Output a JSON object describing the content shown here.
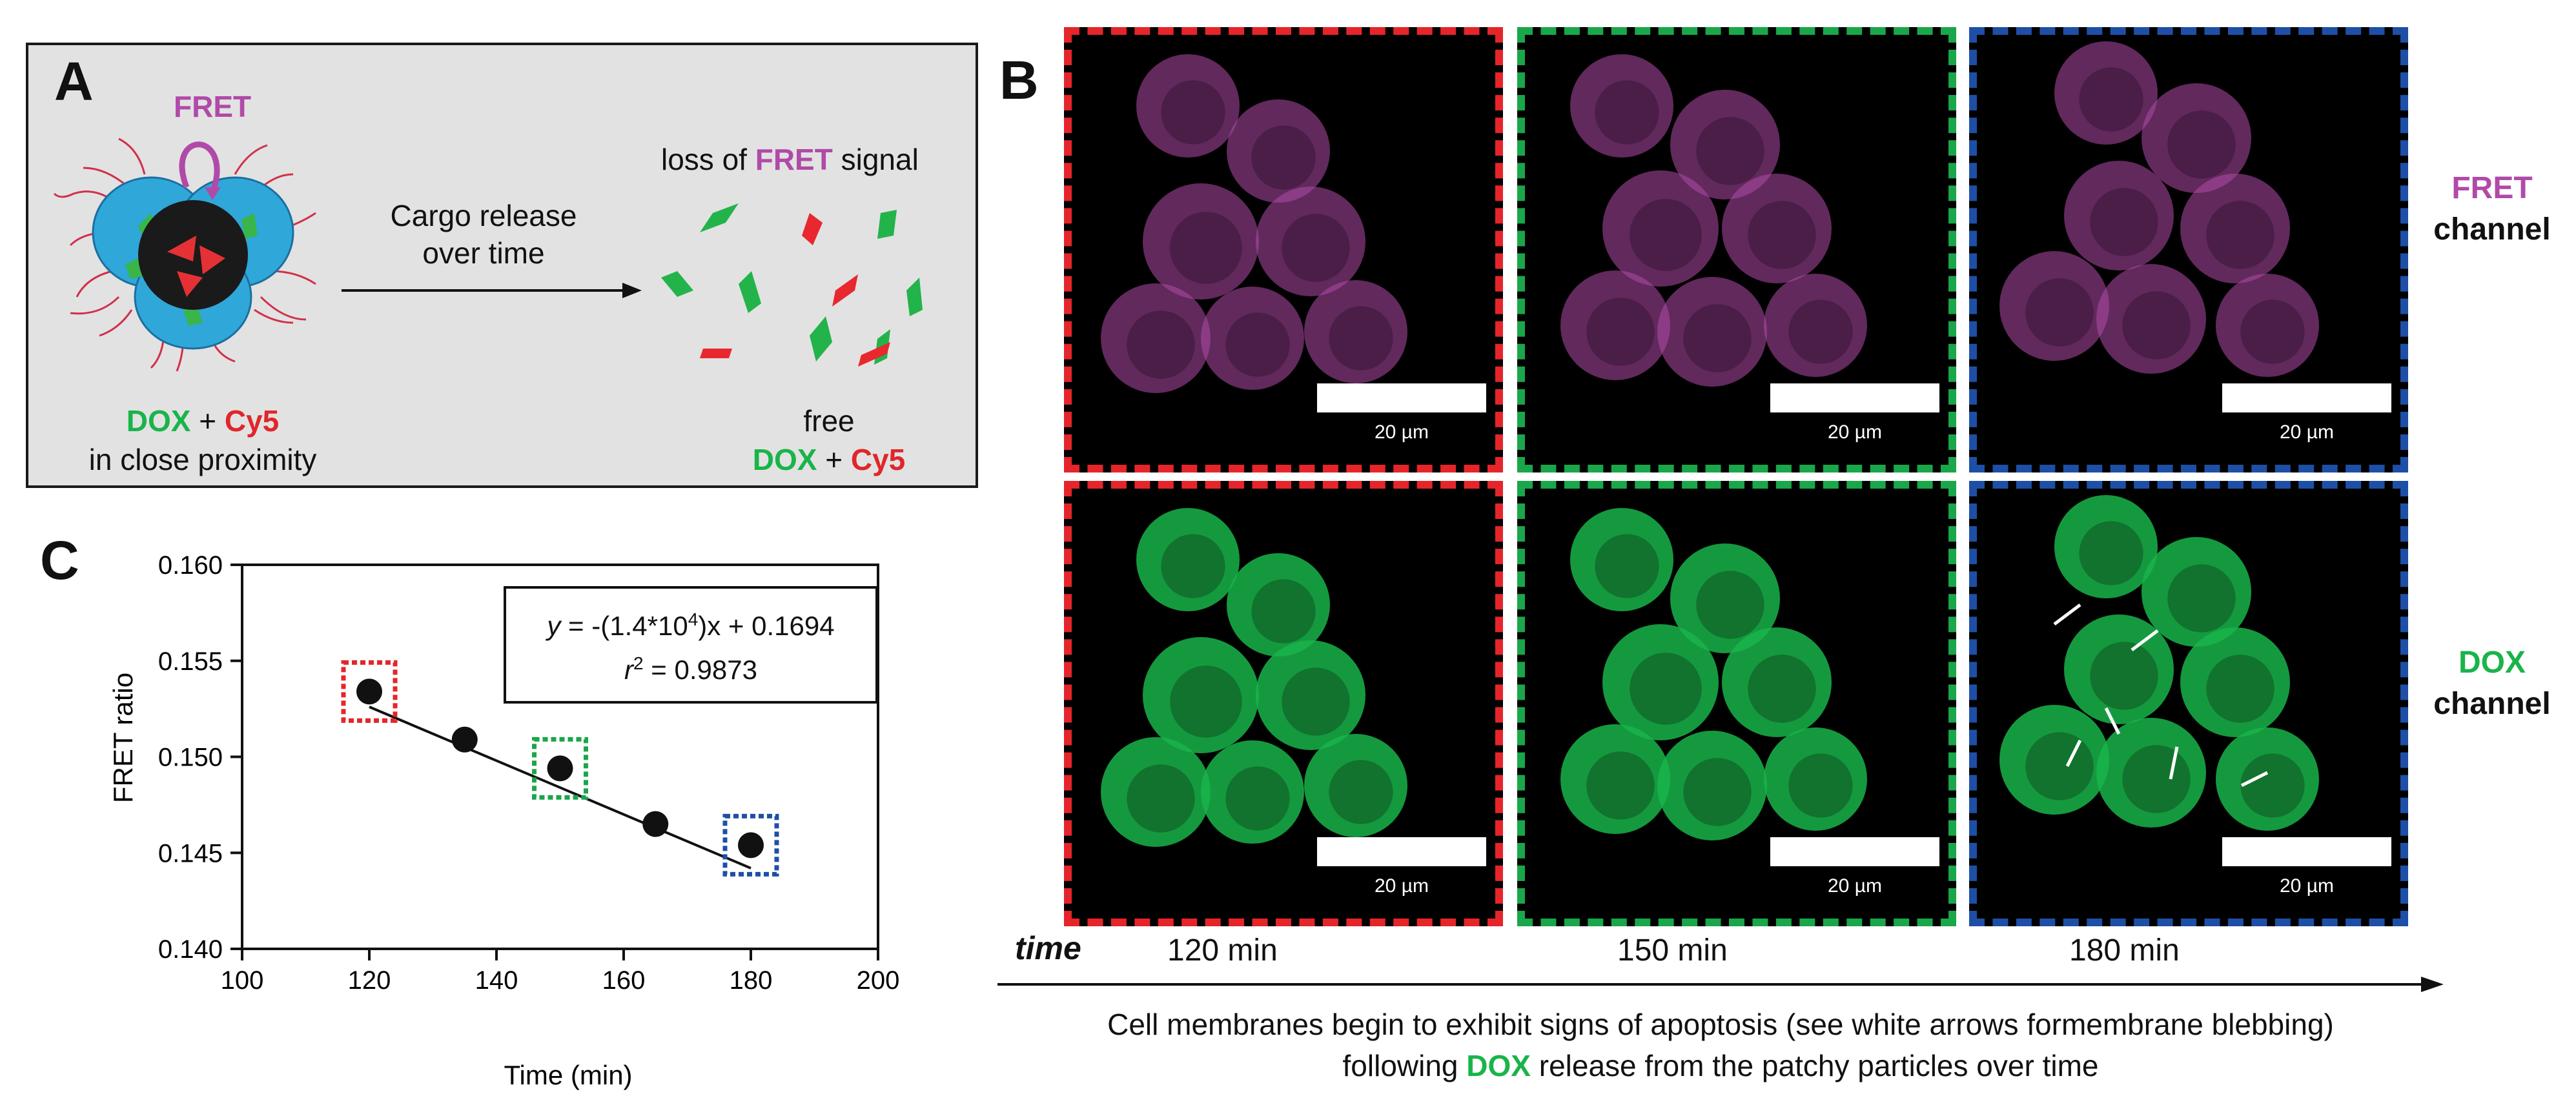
{
  "panel_a": {
    "letter": "A",
    "fret": "FRET",
    "arrow_label_line1": "Cargo release",
    "arrow_label_line2": "over time",
    "loss_prefix": "loss of ",
    "loss_fret": "FRET",
    "loss_suffix": " signal",
    "left_dox": "DOX",
    "plus": " + ",
    "left_cy5": "Cy5",
    "left_caption": "in close proximity",
    "free": "free",
    "right_dox": "DOX",
    "right_cy5": "Cy5"
  },
  "panel_b": {
    "letter": "B",
    "scale_bar": "20 µm",
    "fret_channel_1": "FRET",
    "fret_channel_2": "channel",
    "dox_channel_1": "DOX",
    "dox_channel_2": "channel",
    "time_label": "time",
    "times": [
      "120 min",
      "150 min",
      "180 min"
    ],
    "caption_line1": "Cell membranes begin to exhibit signs of apoptosis (see white arrows formembrane blebbing)",
    "caption_line2_prefix": "following ",
    "caption_line2_dox": "DOX",
    "caption_line2_suffix": " release from the patchy particles over time",
    "colors": {
      "fret": "#b04aa8",
      "dox": "#19b44a",
      "frame_120": "#e5252a",
      "frame_150": "#1aa64a",
      "frame_180": "#1e4fa6"
    }
  },
  "panel_c": {
    "letter": "C",
    "eq_lhs": "y",
    "eq_mid": " = -(1.4*10",
    "eq_exp": "4",
    "eq_x": ")x",
    "eq_rhs": " + 0.1694",
    "r2_r": "r",
    "r2_exp": "2",
    "r2_val": " = 0.9873"
  },
  "chart_data": {
    "type": "scatter",
    "xlabel": "Time (min)",
    "ylabel": "FRET ratio",
    "xlim": [
      100,
      200
    ],
    "ylim": [
      0.14,
      0.16
    ],
    "xticks": [
      100,
      120,
      140,
      160,
      180,
      200
    ],
    "yticks": [
      0.14,
      0.145,
      0.15,
      0.155,
      0.16
    ],
    "x": [
      120,
      135,
      150,
      165,
      180
    ],
    "y": [
      0.1534,
      0.1509,
      0.1494,
      0.1465,
      0.1454
    ],
    "fit": {
      "slope": -0.00014,
      "intercept": 0.1694
    },
    "highlights": [
      {
        "x": 120,
        "color": "#e5252a"
      },
      {
        "x": 150,
        "color": "#1aa64a"
      },
      {
        "x": 180,
        "color": "#1e4fa6"
      }
    ],
    "grid": false
  }
}
